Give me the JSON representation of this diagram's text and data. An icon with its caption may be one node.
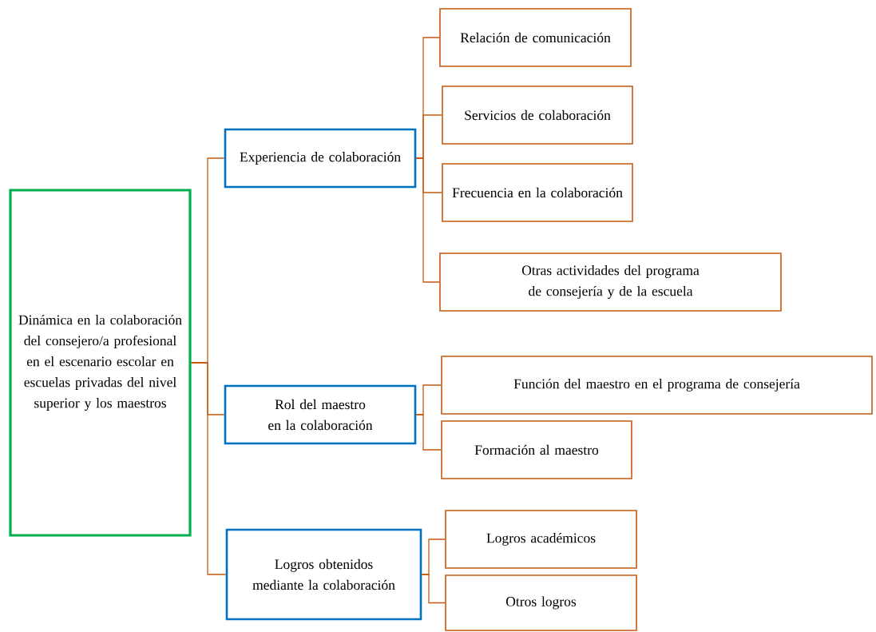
{
  "diagram": {
    "nodes": [
      {
        "text": [
          "Dinámica en la colaboración del consejero/a profesional en el escenario escolar en escuelas privadas del nivel superior y los maestros"
        ]
      },
      {
        "text": [
          "Experiencia de colaboración"
        ]
      },
      {
        "text": [
          "Rol del maestro en la colaboración"
        ]
      },
      {
        "text": [
          "Logros obtenidos mediante la colaboración"
        ]
      },
      {
        "text": [
          "Relación de comunicación"
        ]
      },
      {
        "text": [
          "Servicios de colaboración"
        ]
      },
      {
        "text": [
          "Frecuencia en la colaboración"
        ]
      },
      {
        "text": [
          "Otras actividades del programa de consejería y de la escuela"
        ]
      },
      {
        "text": [
          "Función del maestro en el programa de consejería"
        ]
      },
      {
        "text": [
          "Formación al maestro"
        ]
      },
      {
        "text": [
          "Logros académicos"
        ]
      },
      {
        "text": [
          "Otros logros"
        ]
      }
    ],
    "edges": [
      {
        "from": 0,
        "to": 1,
        "arrow": "none"
      },
      {
        "from": 0,
        "to": 2,
        "arrow": "none"
      },
      {
        "from": 0,
        "to": 3,
        "arrow": "none"
      },
      {
        "from": 1,
        "to": 4,
        "arrow": "none"
      },
      {
        "from": 1,
        "to": 5,
        "arrow": "none"
      },
      {
        "from": 1,
        "to": 6,
        "arrow": "none"
      },
      {
        "from": 1,
        "to": 7,
        "arrow": "none"
      },
      {
        "from": 2,
        "to": 8,
        "arrow": "none"
      },
      {
        "from": 2,
        "to": 9,
        "arrow": "none"
      },
      {
        "from": 3,
        "to": 10,
        "arrow": "none"
      },
      {
        "from": 3,
        "to": 11,
        "arrow": "none"
      }
    ]
  }
}
